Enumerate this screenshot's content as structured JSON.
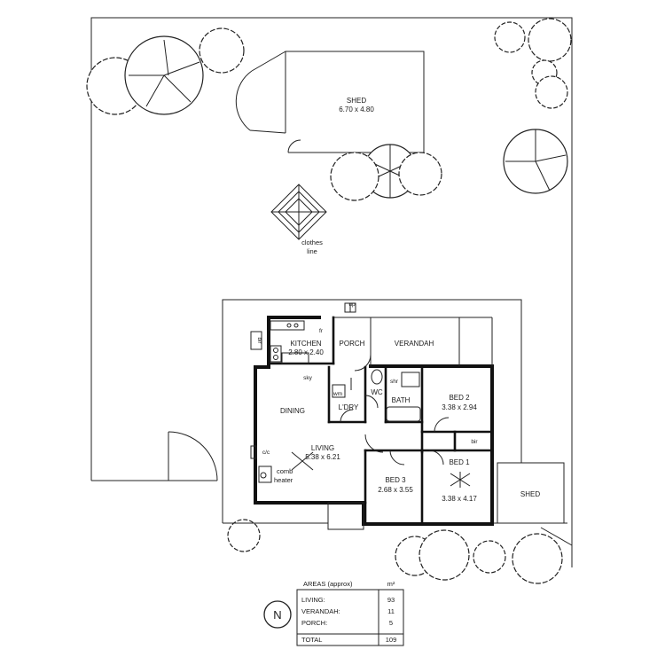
{
  "plan": {
    "shed_top": {
      "name": "SHED",
      "dims": "6.70 x 4.80"
    },
    "clothes_line": {
      "line1": "clothes",
      "line2": "line"
    },
    "kitchen": {
      "name": "KITCHEN",
      "dims": "2.80 x 2.40",
      "fridge": "fr",
      "sky": "sky"
    },
    "porch": {
      "name": "PORCH",
      "up": "up"
    },
    "verandah": {
      "name": "VERANDAH"
    },
    "laundry": {
      "name": "L'DRY",
      "wm": "wm"
    },
    "wc": {
      "name": "WC"
    },
    "bath": {
      "name": "BATH",
      "shr": "shr"
    },
    "bed2": {
      "name": "BED 2",
      "dims": "3.38 x 2.94"
    },
    "dining": {
      "name": "DINING"
    },
    "living": {
      "name": "LIVING",
      "dims": "5.38 x 6.21"
    },
    "cupboard": {
      "label": "c/c"
    },
    "heater": {
      "line1": "comb",
      "line2": "heater"
    },
    "bed3": {
      "name": "BED 3",
      "dims": "2.68 x 3.55"
    },
    "bed1": {
      "name": "BED 1",
      "dims": "3.38 x 4.17",
      "bir": "bir"
    },
    "shed_side": {
      "name": "SHED"
    },
    "wardrobe_left": {
      "label": "bir"
    },
    "north": {
      "label": "N"
    }
  },
  "areas": {
    "title": "AREAS (approx)",
    "unit": "m²",
    "rows": [
      {
        "label": "LIVING:",
        "value": "93"
      },
      {
        "label": "VERANDAH:",
        "value": "11"
      },
      {
        "label": "PORCH:",
        "value": "5"
      }
    ],
    "total": {
      "label": "TOTAL",
      "value": "109"
    }
  }
}
